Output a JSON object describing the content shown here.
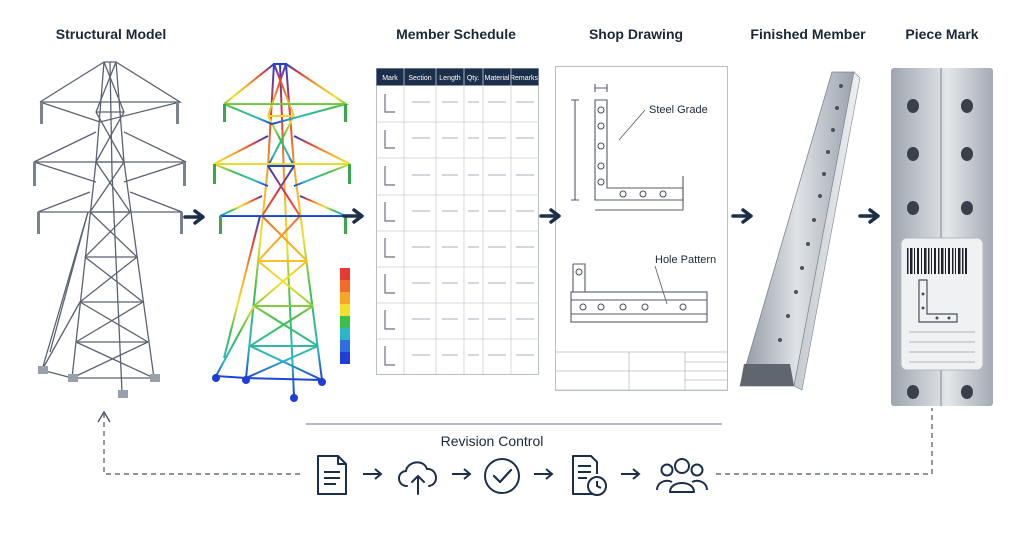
{
  "stages": {
    "structural_model": "Structural Model",
    "member_schedule": "Member Schedule",
    "shop_drawing": "Shop Drawing",
    "finished_member": "Finished Member",
    "piece_mark": "Piece Mark"
  },
  "schedule": {
    "headers": [
      "Mark",
      "Section",
      "Length",
      "Qty.",
      "Material",
      "Remarks"
    ]
  },
  "shop_drawing": {
    "callout_steel_grade": "Steel Grade",
    "callout_hole_pattern": "Hole Pattern"
  },
  "revision": {
    "title": "Revision Control",
    "steps": [
      {
        "icon": "document-icon"
      },
      {
        "icon": "cloud-upload-icon"
      },
      {
        "icon": "check-circle-icon"
      },
      {
        "icon": "document-clock-icon"
      },
      {
        "icon": "users-icon"
      }
    ]
  },
  "colors": {
    "navy": "#1c2f4a",
    "line": "#4a5568",
    "heat_high": "#e53935",
    "heat_low": "#1e3fd6"
  }
}
